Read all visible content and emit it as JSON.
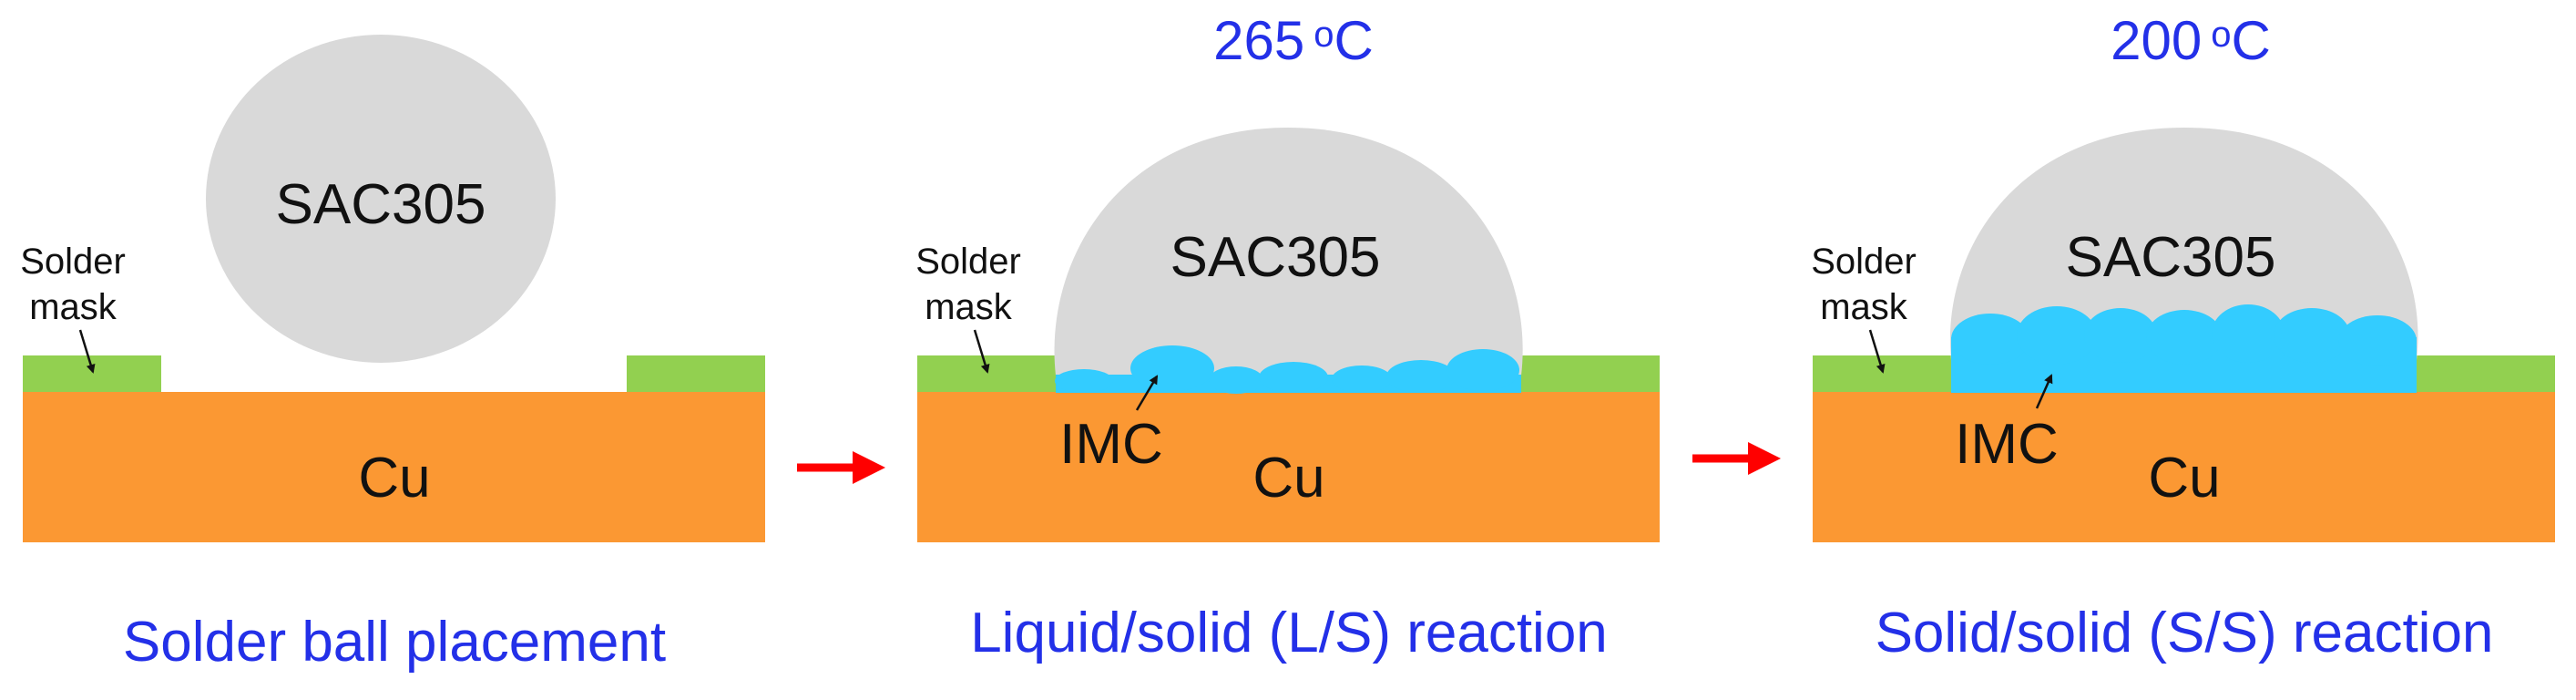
{
  "colors": {
    "copper": "#fb9833",
    "solder_mask": "#92d050",
    "solder_ball": "#d9d9d9",
    "imc": "#33ccff",
    "arrow": "#ff0000",
    "caption_text": "#2330e8"
  },
  "panels": [
    {
      "solder_label": "SAC305",
      "mask_label_line1": "Solder",
      "mask_label_line2": "mask",
      "substrate_label": "Cu",
      "caption": "Solder ball placement"
    },
    {
      "temperature_value": "265",
      "temperature_sup": "o",
      "temperature_unit": "C",
      "solder_label": "SAC305",
      "mask_label_line1": "Solder",
      "mask_label_line2": "mask",
      "imc_label": "IMC",
      "substrate_label": "Cu",
      "caption": "Liquid/solid (L/S) reaction"
    },
    {
      "temperature_value": "200",
      "temperature_sup": "o",
      "temperature_unit": "C",
      "solder_label": "SAC305",
      "mask_label_line1": "Solder",
      "mask_label_line2": "mask",
      "imc_label": "IMC",
      "substrate_label": "Cu",
      "caption": "Solid/solid (S/S) reaction"
    }
  ]
}
